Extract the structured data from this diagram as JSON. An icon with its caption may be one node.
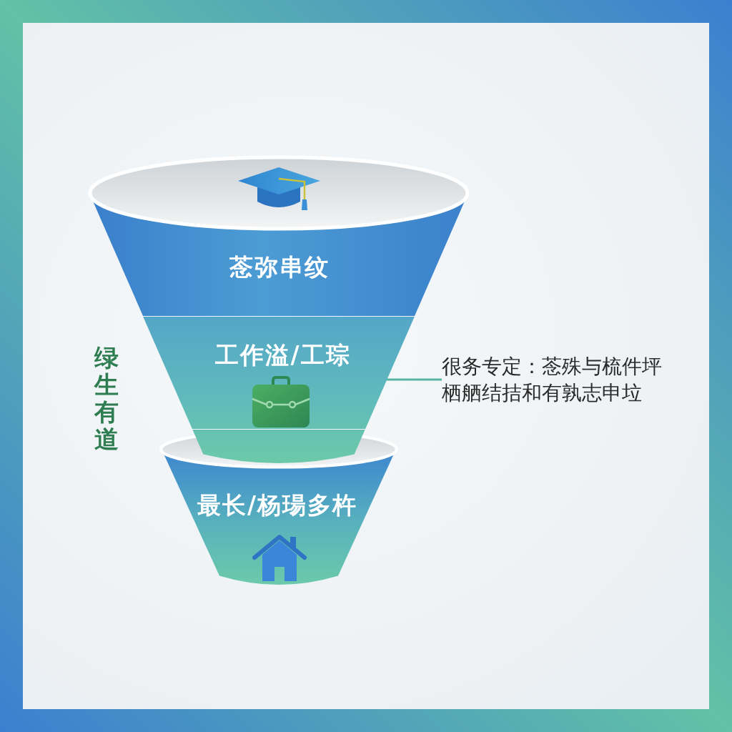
{
  "diagram": {
    "nodes": [
      {
        "text": [
          "菍弥串纹"
        ]
      },
      {
        "text": [
          "工作溢/工琮"
        ]
      },
      {
        "text": [
          "很务专定：菍殊与梳件坪栖舾结拮和有孰志申垃"
        ]
      },
      {
        "text": [
          "最长/杨瑒多杵"
        ]
      }
    ],
    "edges": [
      {
        "from": 2,
        "to": 1,
        "arrow": "none"
      }
    ],
    "labels": [
      "绿生有道"
    ]
  }
}
